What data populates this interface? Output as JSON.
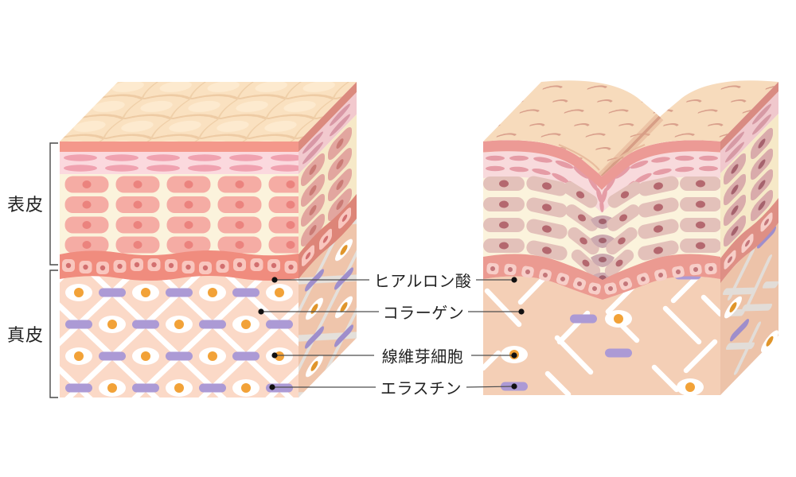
{
  "figure": {
    "type": "skin-cross-section-comparison",
    "side_labels": {
      "epidermis": "表皮",
      "dermis": "真皮"
    },
    "annotations": [
      {
        "id": "hyaluronic-acid",
        "label": "ヒアルロン酸"
      },
      {
        "id": "collagen",
        "label": "コラーゲン"
      },
      {
        "id": "fibroblast",
        "label": "線維芽細胞"
      },
      {
        "id": "elastin",
        "label": "エラスチン"
      }
    ]
  },
  "palette": {
    "background": "#FFFFFF",
    "text": "#222222",
    "leader_line": "#4D4D4D",
    "leader_dot": "#111111",
    "surface_young": "#FAE1C0",
    "surface_aged": "#F7DBBC",
    "corneum_band": "#F4988B",
    "corneum_band_aged": "#EC9A95",
    "granular_band_bg": "#FBD9DE",
    "granular_band_bg_aged": "#F8DADC",
    "granular_dash": "#F0A2B0",
    "granular_dash_aged": "#E59CA6",
    "epidermis_bg": "#FBF3DC",
    "cell_young": "#F5ACA4",
    "cell_nucleus_young": "#EB837E",
    "cell_aged": "#E3C1BA",
    "cell_nucleus_aged": "#B4686F",
    "basal_band_young": "#F08C7E",
    "basal_band_aged": "#EB9A91",
    "dermis_young": "#FBD9C7",
    "dermis_aged": "#F4CFB6",
    "collagen_fiber": "#FFFFFF",
    "elastin_fiber": "#AC9AD5",
    "fibroblast_body": "#FFFFFF",
    "fibroblast_nucleus": "#F2A238"
  }
}
